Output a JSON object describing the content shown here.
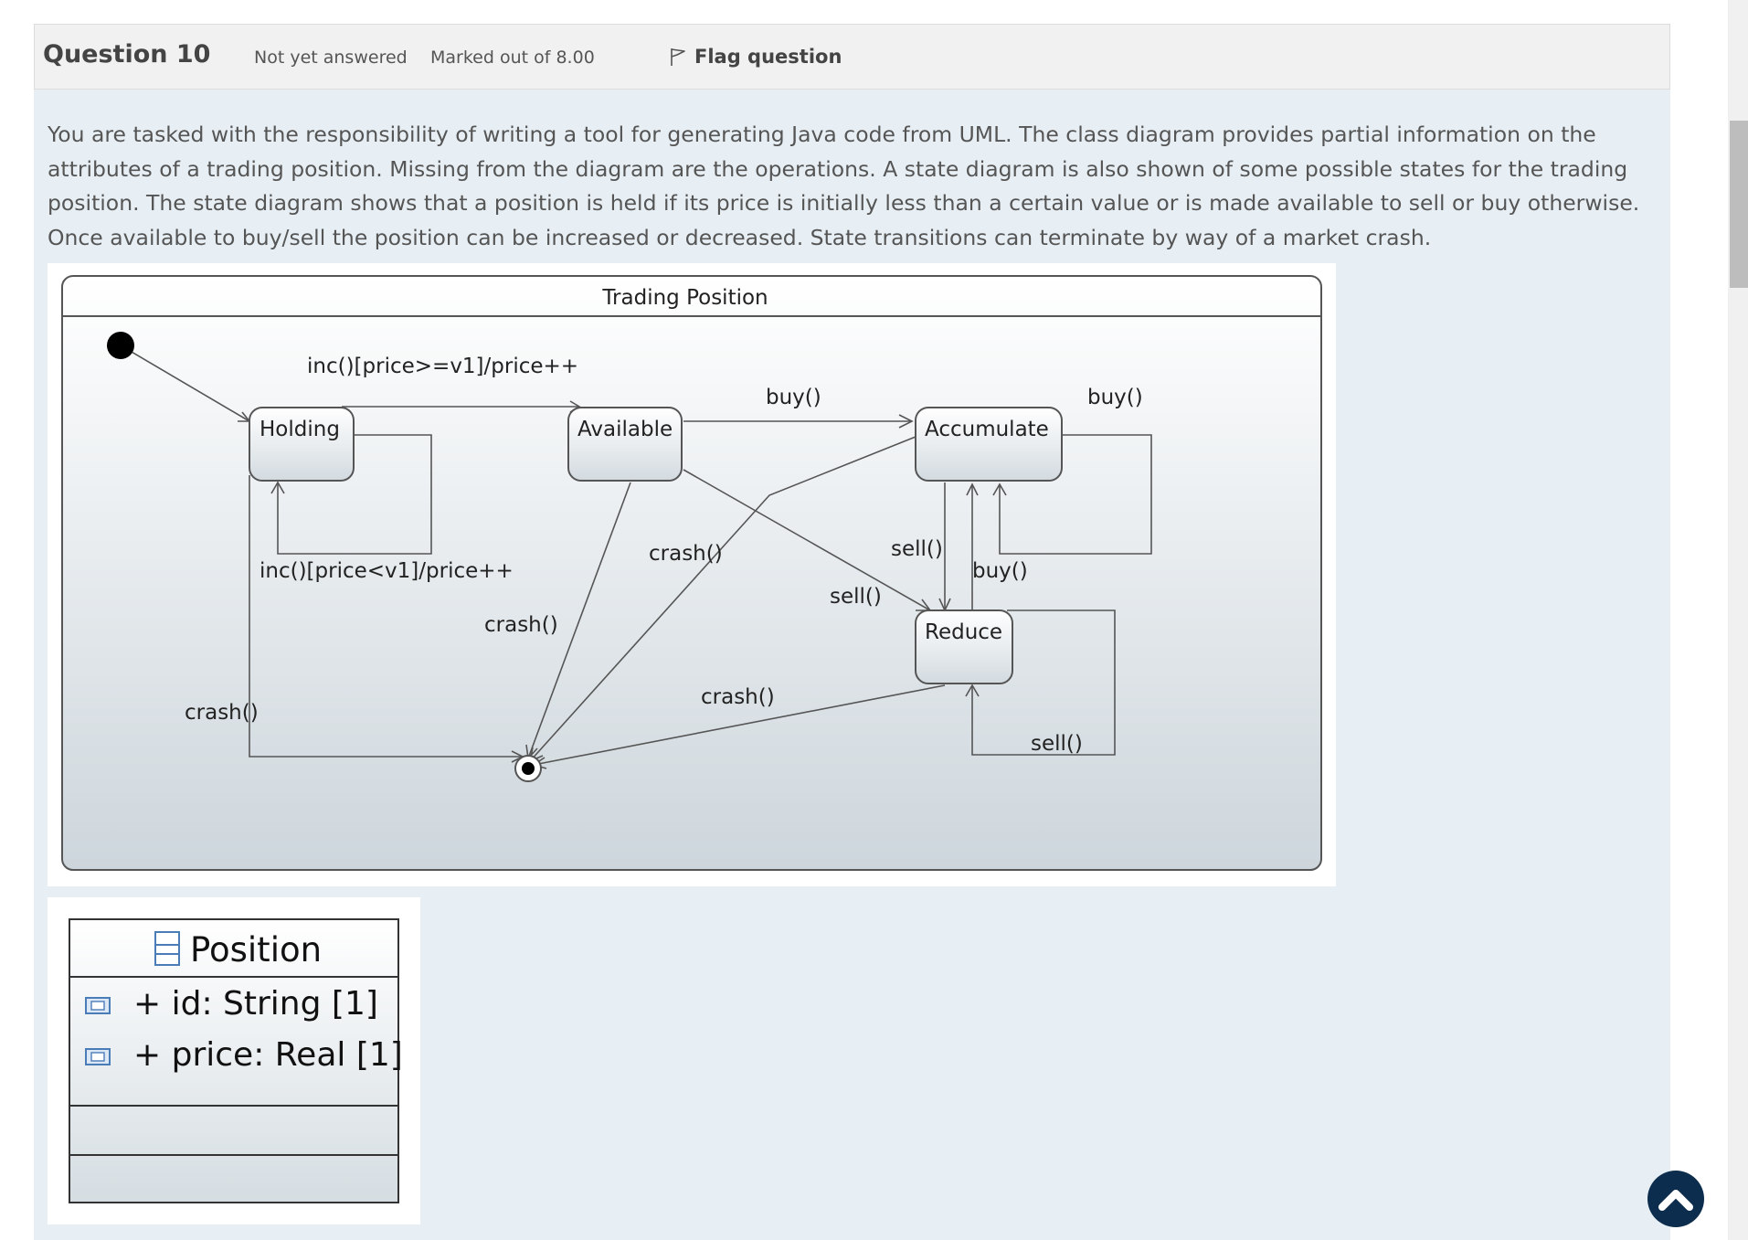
{
  "question": {
    "number_label": "Question 10",
    "status": "Not yet answered",
    "marks": "Marked out of 8.00",
    "flag_label": "Flag question",
    "text": "You are tasked with the responsibility of writing a tool for generating Java code from UML.  The class diagram provides partial information on the attributes of a trading position.  Missing from the diagram are the operations.  A state diagram is also shown of some possible states for the trading position.  The state diagram shows that a position is held if its price is initially less than a certain value or is made available to sell or buy otherwise.  Once available to buy/sell the position can be increased or decreased.  State transitions can terminate by way of a market crash."
  },
  "state_diagram": {
    "title": "Trading Position",
    "states": {
      "holding": "Holding",
      "available": "Available",
      "accumulate": "Accumulate",
      "reduce": "Reduce"
    },
    "transitions": {
      "holding_to_available": "inc()[price>=v1]/price++",
      "holding_self": "inc()[price<v1]/price++",
      "available_to_accumulate": "buy()",
      "accumulate_self": "buy()",
      "accumulate_to_reduce": "sell()",
      "reduce_to_accumulate": "buy()",
      "available_to_reduce": "sell()",
      "reduce_self": "sell()",
      "holding_crash": "crash()",
      "available_crash": "crash()",
      "accumulate_crash": "crash()",
      "reduce_crash": "crash()"
    }
  },
  "class_diagram": {
    "class_name": "Position",
    "attributes": [
      "+ id: String [1]",
      "+ price: Real [1]"
    ]
  },
  "icons": {
    "flag": "flag-icon",
    "back_to_top": "chevron-up-icon",
    "class": "class-icon",
    "attribute": "attribute-icon"
  }
}
